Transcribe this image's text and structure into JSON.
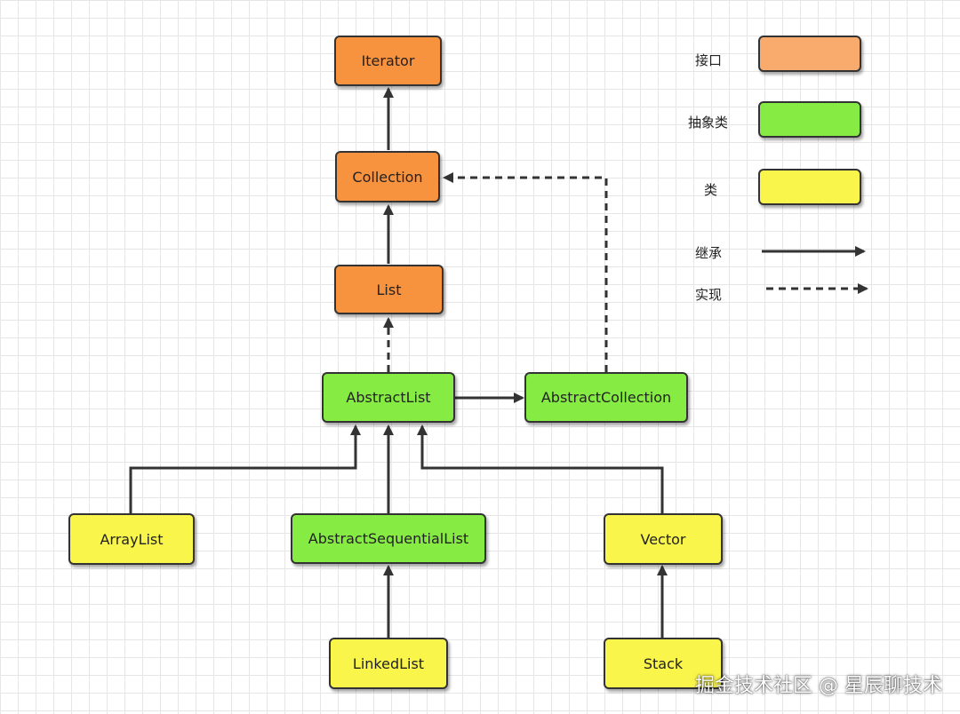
{
  "nodes": {
    "iterator": "Iterator",
    "collection": "Collection",
    "list": "List",
    "abstract_list": "AbstractList",
    "abstract_collection": "AbstractCollection",
    "array_list": "ArrayList",
    "abstract_sequential_list": "AbstractSequentialList",
    "vector": "Vector",
    "linked_list": "LinkedList",
    "stack": "Stack"
  },
  "legend": {
    "interface": "接口",
    "abstract_class": "抽象类",
    "class": "类",
    "inherit": "继承",
    "implement": "实现"
  },
  "colors": {
    "interface": "#f7923f",
    "interface_legend": "#f9ab6e",
    "abstract_class": "#86ec44",
    "class": "#f9f54a",
    "line": "#333333"
  },
  "watermark": "掘金技术社区 @ 星辰聊技术"
}
